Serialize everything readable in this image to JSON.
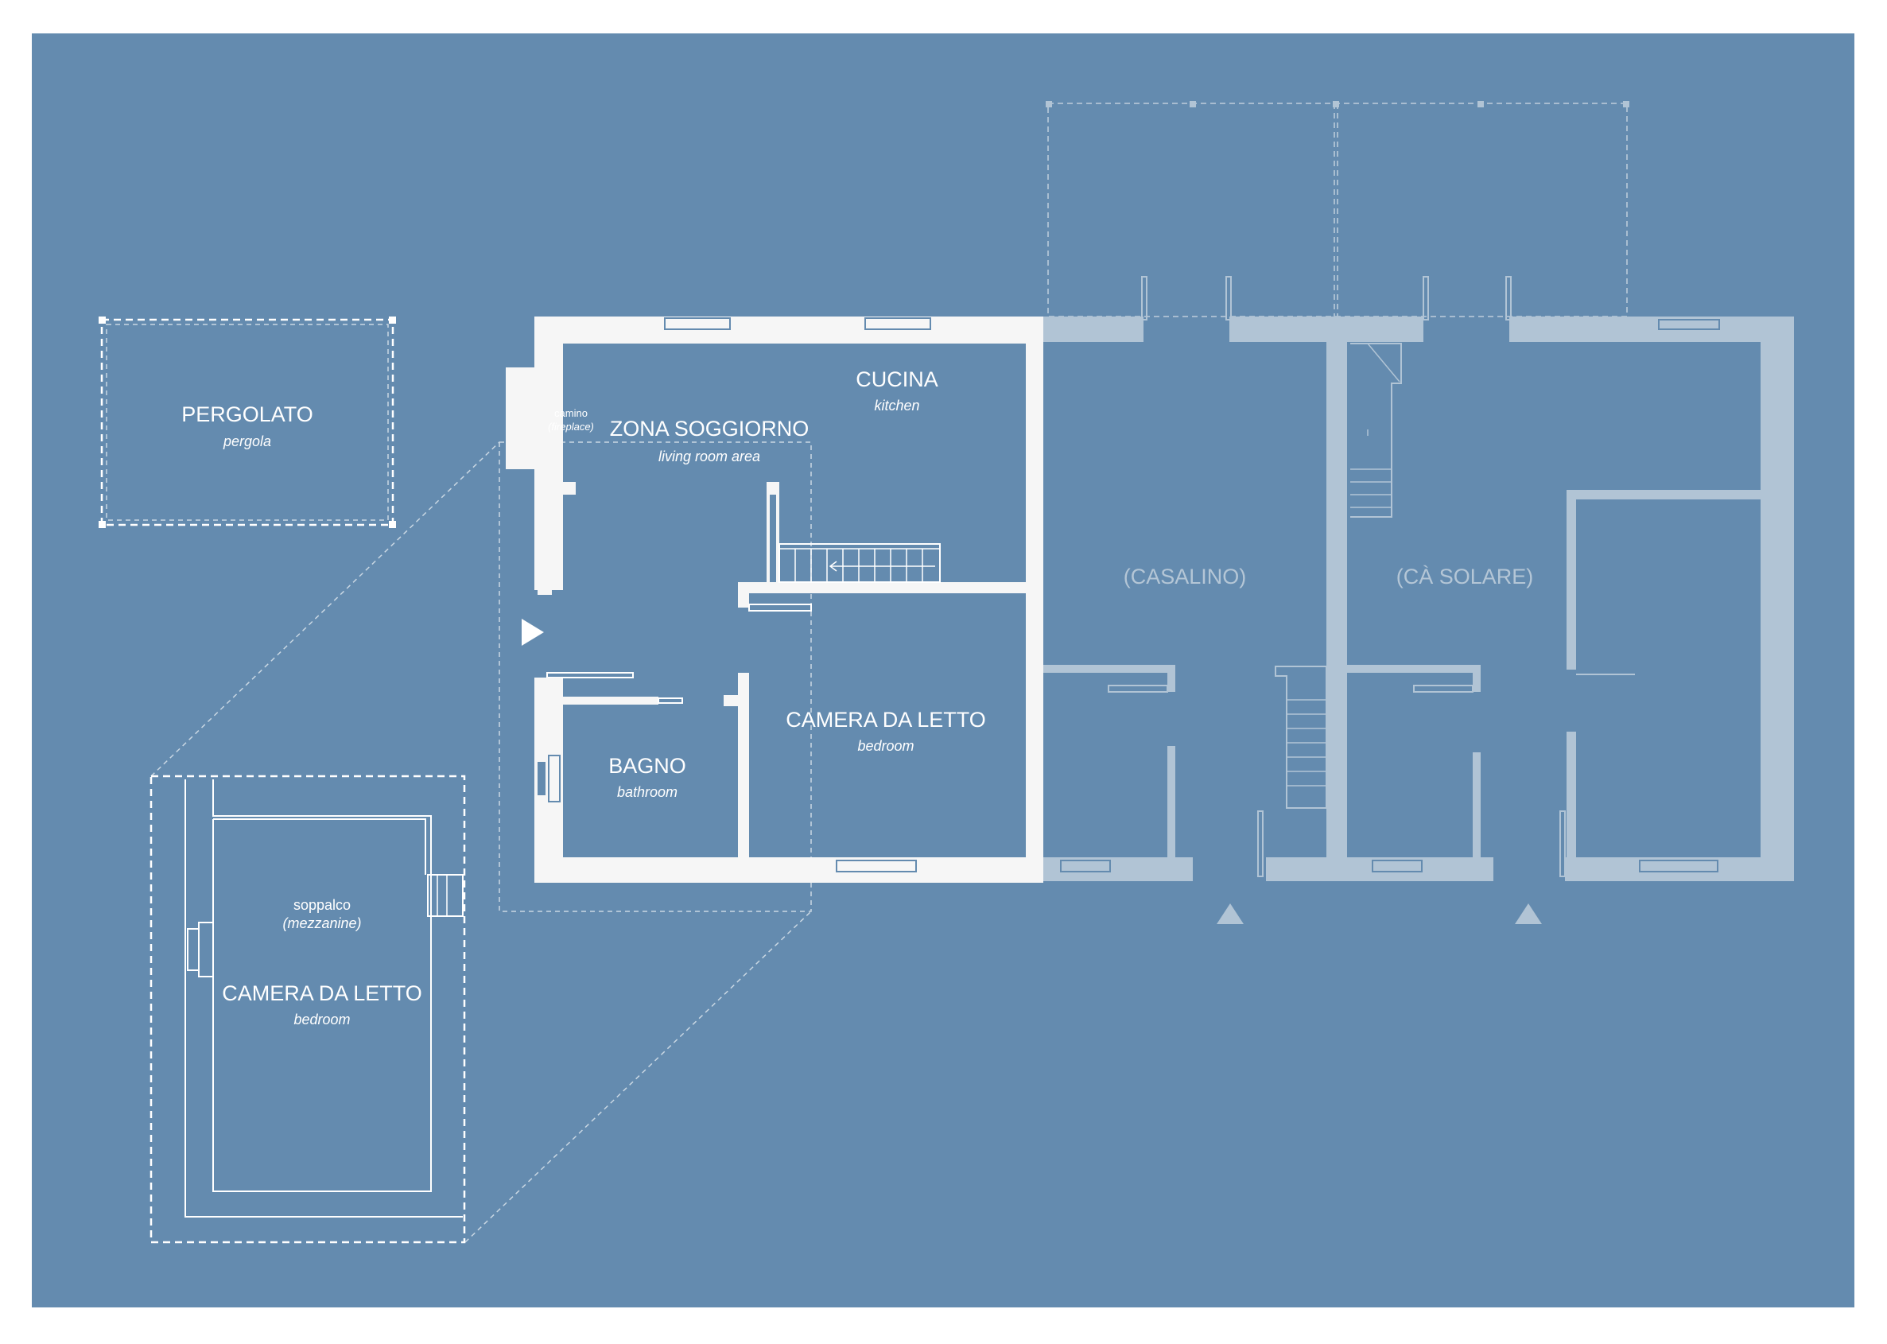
{
  "colors": {
    "background": "#648baf",
    "page": "#ffffff",
    "main_walls": "#f6f6f6",
    "ghost_walls": "#b1c4d5",
    "text": "#ffffff",
    "ghost_text": "#b4c6d6"
  },
  "rooms": {
    "pergolato": {
      "title": "PERGOLATO",
      "subtitle": "pergola"
    },
    "cucina": {
      "title": "CUCINA",
      "subtitle": "kitchen"
    },
    "soggiorno": {
      "title": "ZONA SOGGIORNO",
      "subtitle": "living room area"
    },
    "camino": {
      "title": "camino",
      "subtitle": "(fireplace)"
    },
    "bagno": {
      "title": "BAGNO",
      "subtitle": "bathroom"
    },
    "camera_main": {
      "title": "CAMERA DA LETTO",
      "subtitle": "bedroom"
    },
    "camera_mezz": {
      "title": "CAMERA DA LETTO",
      "subtitle": "bedroom"
    },
    "soppalco": {
      "title": "soppalco",
      "subtitle": "(mezzanine)"
    }
  },
  "neighbours": {
    "casalino": "(CASALINO)",
    "ca_solare": "(CÀ SOLARE)"
  },
  "icons": {
    "entrance_main": "entrance-arrow-icon",
    "entrance_neighbour": "entrance-arrow-icon",
    "stairs": "stairs-icon"
  }
}
